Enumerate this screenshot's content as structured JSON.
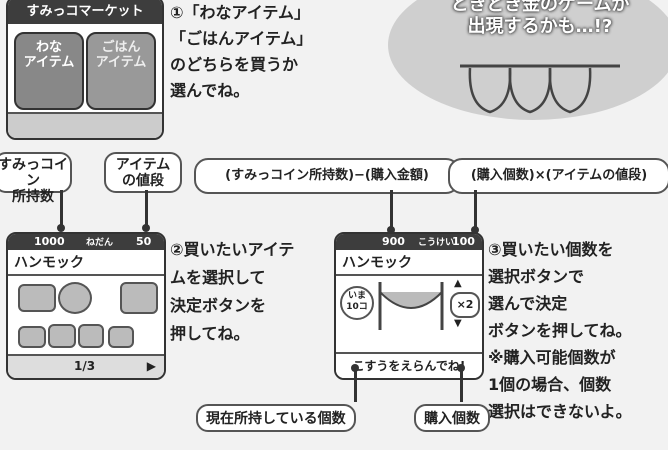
{
  "market": {
    "title": "すみっコマーケット",
    "button_trap": "わな\nアイテム",
    "button_food": "ごはん\nアイテム"
  },
  "step1": {
    "text": "①「わなアイテム」\n「ごはんアイテム」\nのどちらを買うか\n選んでね。"
  },
  "golden": {
    "text": "ときどき金のゲームが\n出現するかも…!?"
  },
  "labels": {
    "coins_held": "すみっコイン\n所持数",
    "item_price": "アイテム\nの値段",
    "formula1": "(すみっコイン所持数)−(購入金額)",
    "formula2": "(購入個数)×(アイテムの値段)"
  },
  "shop1": {
    "coins": "1000",
    "price_label": "ねだん",
    "price": "50",
    "item_name": "ハンモック",
    "page": "1/3"
  },
  "step2": {
    "text": "②買いたいアイテ\nムを選択して\n決定ボタンを\n押してね。"
  },
  "shop2": {
    "coins": "900",
    "price_label": "こうけい",
    "price": "100",
    "item_name": "ハンモック",
    "now_label": "いま",
    "now_count": "10コ",
    "qty": "×2",
    "prompt": "こすうをえらんでね!"
  },
  "step3": {
    "text": "③買いたい個数を\n選択ボタンで\n選んで決定\nボタンを押してね。\n※購入可能個数が\n1個の場合、個数\n選択はできないよ。"
  },
  "bottom": {
    "owned": "現在所持している個数",
    "buy_count": "購入個数"
  }
}
